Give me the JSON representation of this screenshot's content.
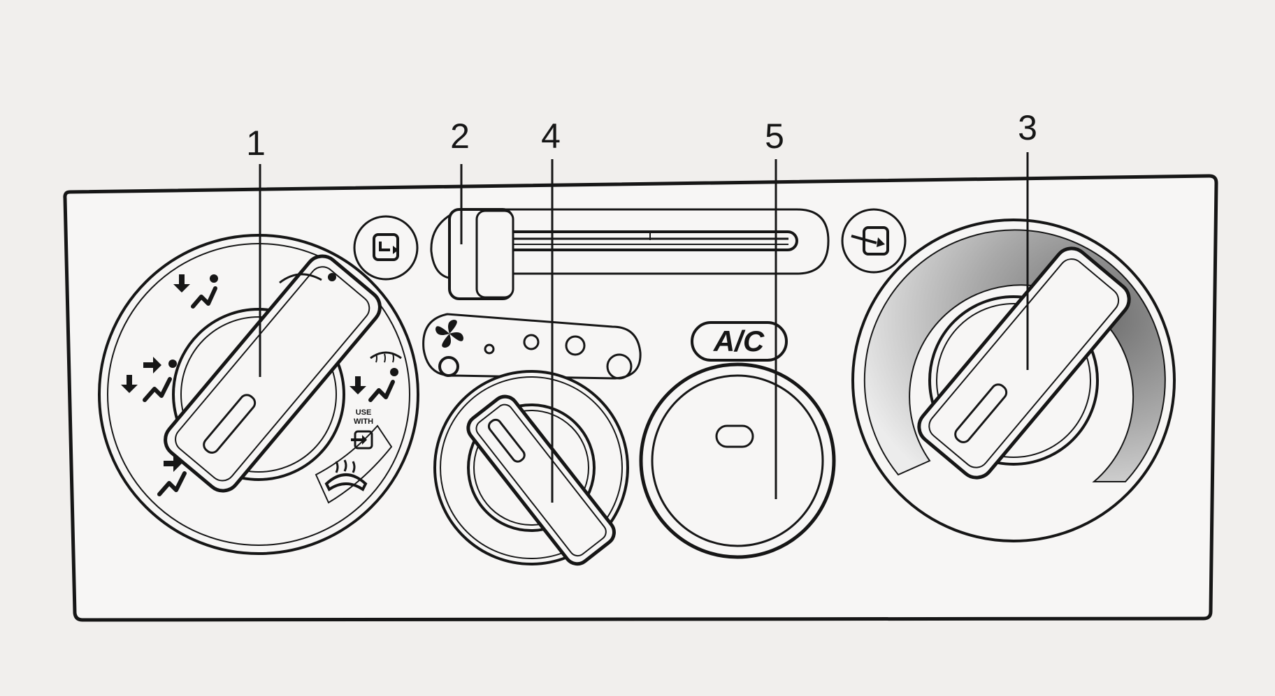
{
  "callouts": [
    {
      "id": "1",
      "label": "1"
    },
    {
      "id": "2",
      "label": "2"
    },
    {
      "id": "3",
      "label": "3"
    },
    {
      "id": "4",
      "label": "4"
    },
    {
      "id": "5",
      "label": "5"
    }
  ],
  "buttons": {
    "ac_label": "A/C"
  },
  "mode_dial": {
    "icons": [
      "vent-face-icon",
      "vent-face-feet-icon",
      "vent-feet-icon",
      "feet-defrost-icon",
      "defrost-icon"
    ],
    "note_line1": "USE",
    "note_line2": "WITH"
  },
  "intake_lever": {
    "icons": [
      "recirculation-icon",
      "fresh-air-icon"
    ]
  },
  "fan_dial": {
    "icon": "fan-icon",
    "speed_positions": 4
  },
  "temperature_dial": {
    "gradient_from": "#f0f0f0",
    "gradient_to": "#777777"
  },
  "colors": {
    "line": "#161616",
    "panel": "#f7f6f5",
    "background": "#f1efed"
  }
}
